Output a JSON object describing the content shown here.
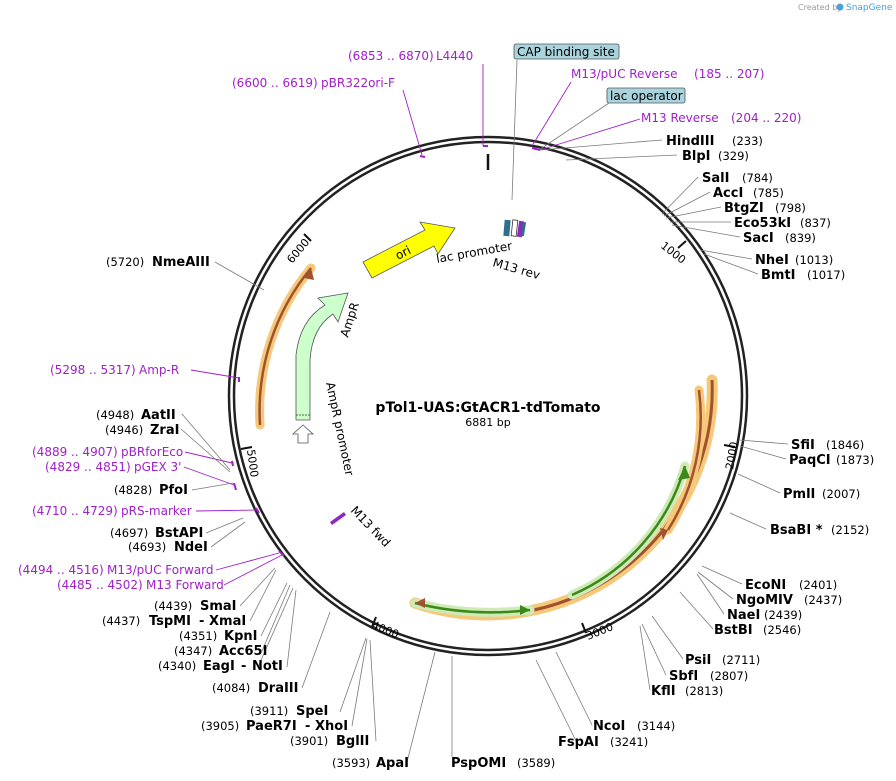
{
  "credit": "Created by",
  "brand": "SnapGene",
  "title": "pTol1-UAS:GtACR1-tdTomato",
  "subtitle": "6881 bp",
  "ticks": [
    "1000",
    "2000",
    "3000",
    "4000",
    "5000",
    "6000"
  ],
  "sites": [
    {
      "name": "HindIII",
      "pos": "(233)"
    },
    {
      "name": "BlpI",
      "pos": "(329)"
    },
    {
      "name": "SalI",
      "pos": "(784)"
    },
    {
      "name": "AccI",
      "pos": "(785)"
    },
    {
      "name": "BtgZI",
      "pos": "(798)"
    },
    {
      "name": "Eco53kI",
      "pos": "(837)"
    },
    {
      "name": "SacI",
      "pos": "(839)"
    },
    {
      "name": "NheI",
      "pos": "(1013)"
    },
    {
      "name": "BmtI",
      "pos": "(1017)"
    },
    {
      "name": "SfiI",
      "pos": "(1846)"
    },
    {
      "name": "PaqCI",
      "pos": "(1873)"
    },
    {
      "name": "PmlI",
      "pos": "(2007)"
    },
    {
      "name": "BsaBI *",
      "pos": "(2152)"
    },
    {
      "name": "EcoNI",
      "pos": "(2401)"
    },
    {
      "name": "NgoMIV",
      "pos": "(2437)"
    },
    {
      "name": "NaeI",
      "pos": "(2439)"
    },
    {
      "name": "BstBI",
      "pos": "(2546)"
    },
    {
      "name": "PsiI",
      "pos": "(2711)"
    },
    {
      "name": "SbfI",
      "pos": "(2807)"
    },
    {
      "name": "KflI",
      "pos": "(2813)"
    },
    {
      "name": "NcoI",
      "pos": "(3144)"
    },
    {
      "name": "FspAI",
      "pos": "(3241)"
    },
    {
      "name": "PspOMI",
      "pos": "(3589)"
    },
    {
      "name": "ApaI",
      "pos": "(3593)"
    },
    {
      "name": "BglII",
      "pos": "(3901)"
    },
    {
      "name": "PaeR7I",
      "pos": "(3905)"
    },
    {
      "name": "XhoI",
      "pos": ""
    },
    {
      "name": "SpeI",
      "pos": "(3911)"
    },
    {
      "name": "DraIII",
      "pos": "(4084)"
    },
    {
      "name": "EagI",
      "pos": "(4340)"
    },
    {
      "name": "NotI",
      "pos": ""
    },
    {
      "name": "Acc65I",
      "pos": "(4347)"
    },
    {
      "name": "KpnI",
      "pos": "(4351)"
    },
    {
      "name": "TspMI",
      "pos": "(4437)"
    },
    {
      "name": "XmaI",
      "pos": ""
    },
    {
      "name": "SmaI",
      "pos": "(4439)"
    },
    {
      "name": "NdeI",
      "pos": "(4693)"
    },
    {
      "name": "BstAPI",
      "pos": "(4697)"
    },
    {
      "name": "PfoI",
      "pos": "(4828)"
    },
    {
      "name": "ZraI",
      "pos": "(4946)"
    },
    {
      "name": "AatII",
      "pos": "(4948)"
    },
    {
      "name": "NmeAIII",
      "pos": "(5720)"
    }
  ],
  "primers": [
    {
      "range": "(6853 .. 6870)",
      "name": "L4440"
    },
    {
      "range": "(6600 .. 6619)",
      "name": "pBR322ori-F"
    },
    {
      "range": "(185 .. 207)",
      "name": "M13/pUC Reverse"
    },
    {
      "range": "(204 .. 220)",
      "name": "M13 Reverse"
    },
    {
      "range": "(5298 .. 5317)",
      "name": "Amp-R"
    },
    {
      "range": "(4889 .. 4907)",
      "name": "pBRforEco"
    },
    {
      "range": "(4829 .. 4851)",
      "name": "pGEX 3'"
    },
    {
      "range": "(4710 .. 4729)",
      "name": "pRS-marker"
    },
    {
      "range": "(4494 .. 4516)",
      "name": "M13/pUC Forward"
    },
    {
      "range": "(4485 .. 4502)",
      "name": "M13 Forward"
    }
  ],
  "boxed_features": [
    "CAP binding site",
    "lac operator"
  ],
  "inner_features": {
    "ori": "ori",
    "lac_promoter": "lac promoter",
    "m13_rev": "M13 rev",
    "ampr": "AmpR",
    "ampr_promoter": "AmpR promoter",
    "m13_fwd": "M13 fwd"
  },
  "colors": {
    "backbone": "#222222",
    "ori": "#ffff00",
    "ampr": "#ccffcc",
    "highlight": "#f5c87a",
    "feature_brown": "#a0522d",
    "feature_green": "#3a8a1a",
    "primer": "#a020c8",
    "snapgene_blue": "#4aa0d8"
  }
}
